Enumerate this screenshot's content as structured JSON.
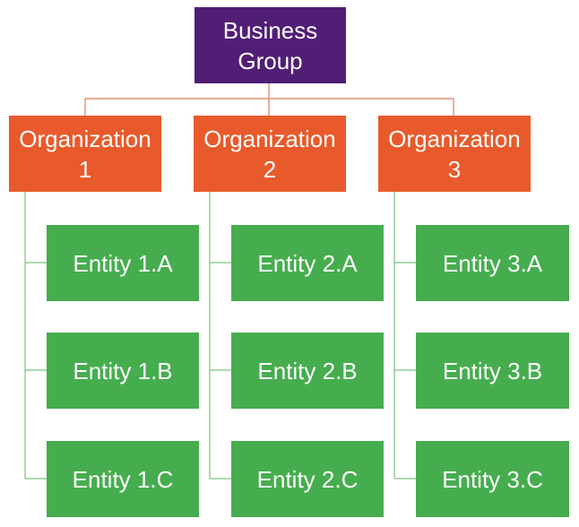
{
  "root": {
    "line1": "Business",
    "line2": "Group"
  },
  "organizations": [
    {
      "line1": "Organization",
      "line2": "1"
    },
    {
      "line1": "Organization",
      "line2": "2"
    },
    {
      "line1": "Organization",
      "line2": "3"
    }
  ],
  "entities": [
    [
      "Entity 1.A",
      "Entity 1.B",
      "Entity 1.C"
    ],
    [
      "Entity 2.A",
      "Entity 2.B",
      "Entity 2.C"
    ],
    [
      "Entity 3.A",
      "Entity 3.B",
      "Entity 3.C"
    ]
  ],
  "colors": {
    "root": "#511e76",
    "organization": "#e85a2b",
    "entity": "#46ad4f",
    "connector_top": "#e07a55",
    "connector_entity": "#7cc27f"
  }
}
